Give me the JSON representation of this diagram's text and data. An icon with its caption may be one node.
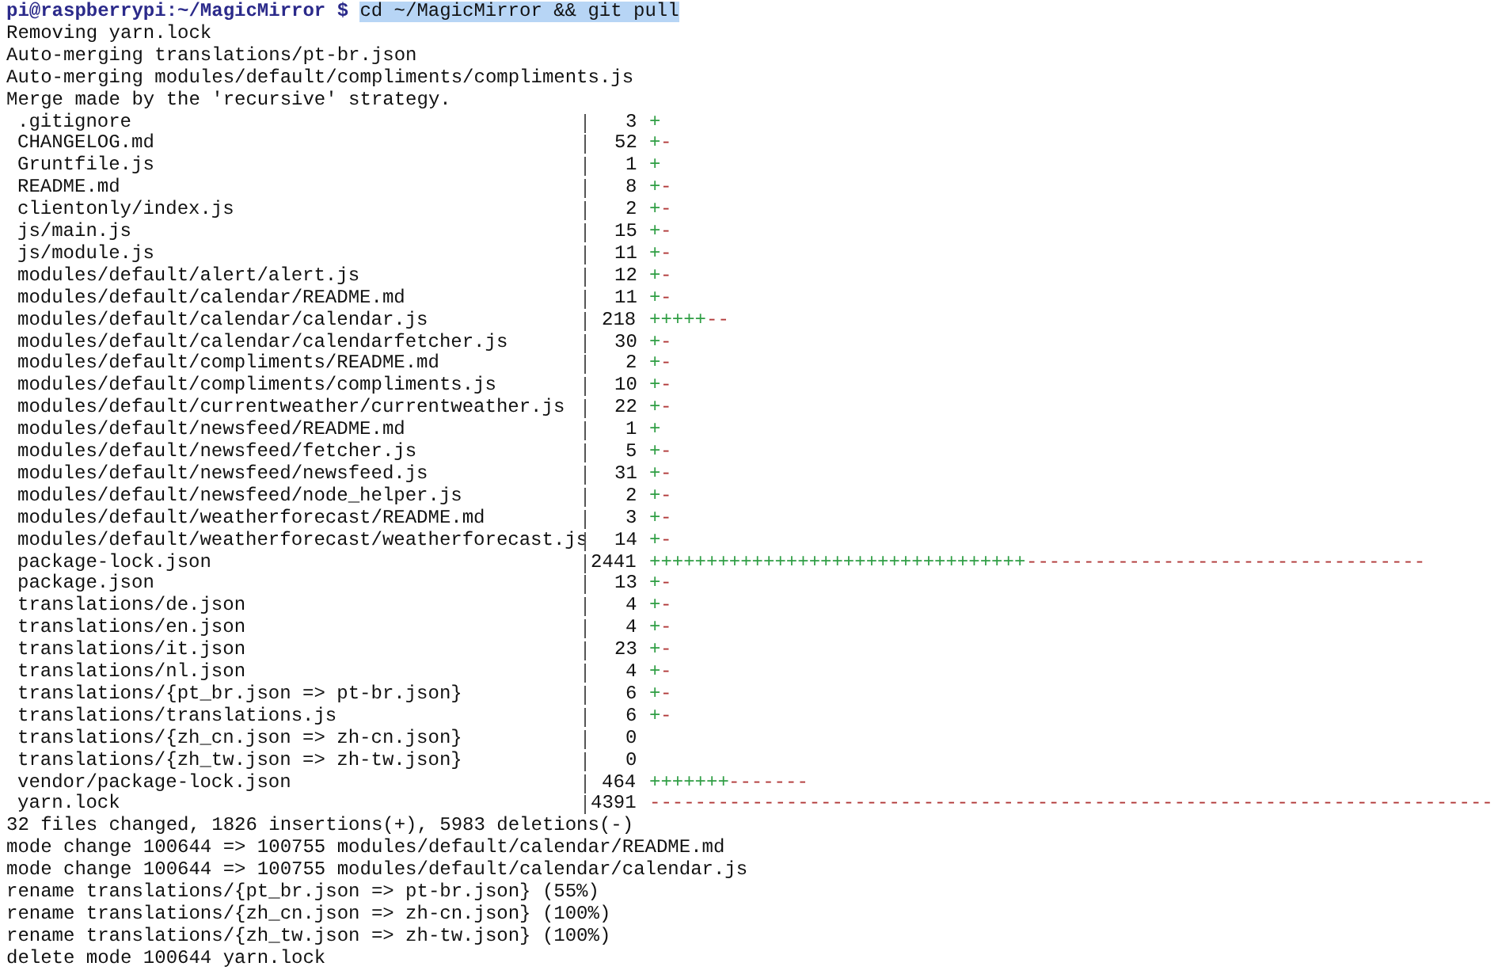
{
  "diagram": {
    "labels": [
      "pi@raspberrypi:~/MagicMirror $",
      "cd ~/MagicMirror && git pull",
      "Removing yarn.lock",
      "Auto-merging translations/pt-br.json",
      "Auto-merging modules/default/compliments/compliments.js",
      "Merge made by the 'recursive' strategy.",
      ".gitignore",
      "3",
      "+",
      "CHANGELOG.md",
      "52",
      "+",
      "-",
      "Gruntfile.js",
      "1",
      "+",
      "README.md",
      "8",
      "+",
      "-",
      "clientonly/index.js",
      "2",
      "+",
      "-",
      "js/main.js",
      "15",
      "+",
      "-",
      "js/module.js",
      "11",
      "+",
      "-",
      "modules/default/alert/alert.js",
      "12",
      "+",
      "-",
      "modules/default/calendar/README.md",
      "11",
      "+",
      "-",
      "modules/default/calendar/calendar.js",
      "218",
      "+++++",
      "--",
      "modules/default/calendar/calendarfetcher.js",
      "30",
      "+",
      "-",
      "modules/default/compliments/README.md",
      "2",
      "+",
      "-",
      "modules/default/compliments/compliments.js",
      "10",
      "+",
      "-",
      "modules/default/currentweather/currentweather.js",
      "22",
      "+",
      "-",
      "modules/default/newsfeed/README.md",
      "1",
      "+",
      "modules/default/newsfeed/fetcher.js",
      "5",
      "+",
      "-",
      "modules/default/newsfeed/newsfeed.js",
      "31",
      "+",
      "-",
      "modules/default/newsfeed/node_helper.js",
      "2",
      "+",
      "-",
      "modules/default/weatherforecast/README.md",
      "3",
      "+",
      "-",
      "modules/default/weatherforecast/weatherforecast.js",
      "14",
      "+",
      "-",
      "package-lock.json",
      "2441",
      "+++++++++++++++++++++++++++++++++",
      "-----------------------------------",
      "package.json",
      "13",
      "+",
      "-",
      "translations/de.json",
      "4",
      "+",
      "-",
      "translations/en.json",
      "4",
      "+",
      "-",
      "translations/it.json",
      "23",
      "+",
      "-",
      "translations/nl.json",
      "4",
      "+",
      "-",
      "translations/{pt_br.json => pt-br.json}",
      "6",
      "+",
      "-",
      "translations/translations.js",
      "6",
      "+",
      "-",
      "translations/{zh_cn.json => zh-cn.json}",
      "0",
      "translations/{zh_tw.json => zh-tw.json}",
      "0",
      "vendor/package-lock.json",
      "464",
      "+++++++",
      "-------",
      "yarn.lock",
      "4391",
      "--------------------------------------------------------------------------",
      "32 files changed, 1826 insertions(+), 5983 deletions(-)",
      "mode change 100644 => 100755 modules/default/calendar/README.md",
      "mode change 100644 => 100755 modules/default/calendar/calendar.js",
      "rename translations/{pt_br.json => pt-br.json} (55%)",
      "rename translations/{zh_cn.json => zh-cn.json} (100%)",
      "rename translations/{zh_tw.json => zh-tw.json} (100%)",
      "delete mode 100644 yarn.lock"
    ]
  }
}
